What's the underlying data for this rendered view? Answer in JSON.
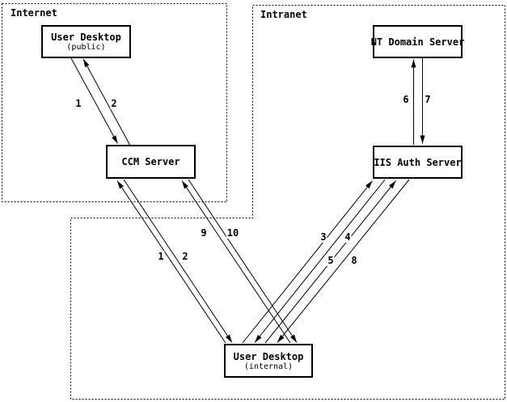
{
  "diagram": {
    "title": "",
    "colors": {
      "line": "#000000",
      "background": "#ffffff"
    },
    "regions": [
      {
        "id": "internet",
        "label": "Internet"
      },
      {
        "id": "intranet",
        "label": "Intranet"
      }
    ],
    "nodes": [
      {
        "id": "user-desktop-public",
        "label": "User Desktop",
        "sublabel": "(public)",
        "region": "internet"
      },
      {
        "id": "ccm-server",
        "label": "CCM Server",
        "sublabel": "",
        "region": "internet"
      },
      {
        "id": "nt-domain-server",
        "label": "NT Domain Server",
        "sublabel": "",
        "region": "intranet"
      },
      {
        "id": "iis-auth-server",
        "label": "IIS Auth Server",
        "sublabel": "",
        "region": "intranet"
      },
      {
        "id": "user-desktop-internal",
        "label": "User Desktop",
        "sublabel": "(internal)",
        "region": "intranet"
      }
    ],
    "edges": [
      {
        "label": "1",
        "from": "user-desktop-public",
        "to": "ccm-server"
      },
      {
        "label": "2",
        "from": "ccm-server",
        "to": "user-desktop-public"
      },
      {
        "label": "1",
        "from": "user-desktop-internal",
        "to": "ccm-server"
      },
      {
        "label": "2",
        "from": "ccm-server",
        "to": "user-desktop-internal"
      },
      {
        "label": "9",
        "from": "user-desktop-internal",
        "to": "ccm-server"
      },
      {
        "label": "10",
        "from": "ccm-server",
        "to": "user-desktop-internal"
      },
      {
        "label": "3",
        "from": "user-desktop-internal",
        "to": "iis-auth-server"
      },
      {
        "label": "4",
        "from": "iis-auth-server",
        "to": "user-desktop-internal"
      },
      {
        "label": "5",
        "from": "user-desktop-internal",
        "to": "iis-auth-server"
      },
      {
        "label": "8",
        "from": "iis-auth-server",
        "to": "user-desktop-internal"
      },
      {
        "label": "6",
        "from": "iis-auth-server",
        "to": "nt-domain-server"
      },
      {
        "label": "7",
        "from": "nt-domain-server",
        "to": "iis-auth-server"
      }
    ]
  }
}
